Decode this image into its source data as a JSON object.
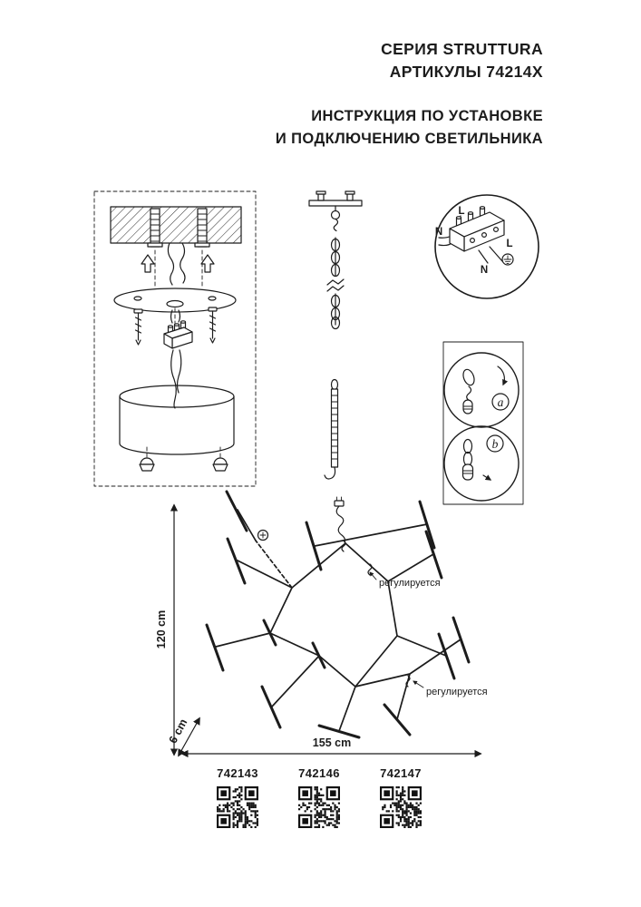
{
  "header": {
    "series": "СЕРИЯ STRUTTURA",
    "articles_line": "АРТИКУЛЫ 74214X",
    "instruction_line1": "ИНСТРУКЦИЯ ПО УСТАНОВКЕ",
    "instruction_line2": "И ПОДКЛЮЧЕНИЮ СВЕТИЛЬНИКА"
  },
  "wiring_detail": {
    "label_l_top": "L",
    "label_n_left": "N",
    "label_l_right": "L",
    "label_n_right": "N"
  },
  "mount_details": {
    "label_a": "a",
    "label_b": "b"
  },
  "dimensions": {
    "height": "120 cm",
    "width": "155 cm",
    "depth": "6 cm"
  },
  "annotations": {
    "adjustable_1": "регулируется",
    "adjustable_2": "регулируется"
  },
  "articles": [
    {
      "number": "742143"
    },
    {
      "number": "742146"
    },
    {
      "number": "742147"
    }
  ],
  "colors": {
    "ink": "#1c1c1c",
    "paper": "#ffffff"
  }
}
